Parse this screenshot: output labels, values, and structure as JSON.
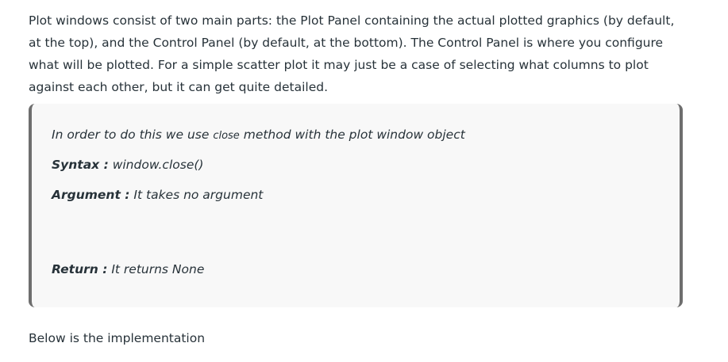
{
  "intro_paragraph": "Plot windows consist of two main parts: the Plot Panel containing the actual plotted graphics (by default, at the top), and the Control Panel (by default, at the bottom). The Control Panel is where you configure what will be plotted. For a simple scatter plot it may just be a case of selecting what columns to plot against each other, but it can get quite detailed.",
  "callout": {
    "line1_before": "In order to do this we use ",
    "line1_code": "close",
    "line1_after": " method with the plot window object",
    "syntax_label": "Syntax :",
    "syntax_value": " window.close()",
    "argument_label": "Argument :",
    "argument_value": " It takes no argument",
    "return_label": "Return :",
    "return_value": " It returns None"
  },
  "outro_paragraph": "Below is the implementation"
}
